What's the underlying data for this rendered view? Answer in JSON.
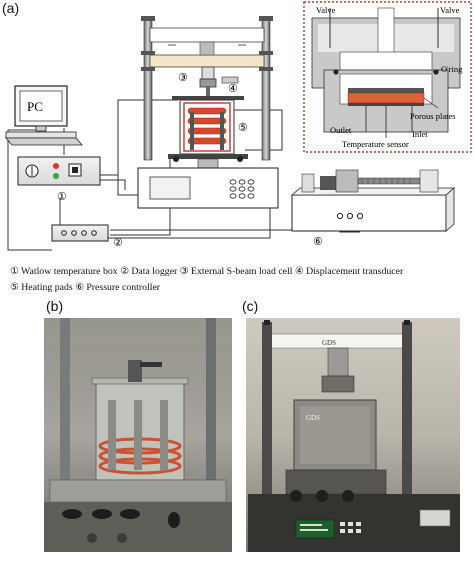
{
  "panels": {
    "a": "(a)",
    "b": "(b)",
    "c": "(c)"
  },
  "schematic": {
    "pc_label": "PC",
    "circle_1": "①",
    "circle_2": "②",
    "circle_3": "③",
    "circle_4": "④",
    "circle_5": "⑤",
    "circle_6": "⑥"
  },
  "inset": {
    "valve_left": "Valve",
    "valve_right": "Valve",
    "oring": "O'ring",
    "porous_plates": "Porous plates",
    "outlet": "Outlet",
    "inlet": "Inlet",
    "temperature_sensor": "Temperature sensor"
  },
  "caption": {
    "line1": "① Watlow temperature box ② Data logger ③ External S-beam load cell ④ Displacement transducer",
    "line2": "⑤ Heating pads ⑥ Pressure controller"
  },
  "photo_c": {
    "brand_top": "GDS",
    "brand_cell": "GDS"
  },
  "colors": {
    "inset_border": "#c0392b",
    "heater": "#d9482b",
    "sample": "#e0603a",
    "frame_beam": "#f3e6c8"
  }
}
